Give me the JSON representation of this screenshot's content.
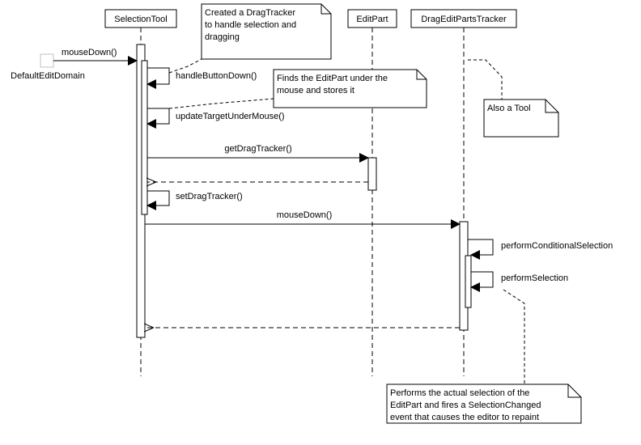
{
  "diagram": {
    "participants": {
      "default_edit_domain": "DefaultEditDomain",
      "selection_tool": "SelectionTool",
      "edit_part": "EditPart",
      "drag_tracker": "DragEditPartsTracker"
    },
    "messages": {
      "m1": "mouseDown()",
      "m2": "handleButtonDown()",
      "m3": "updateTargetUnderMouse()",
      "m4": "getDragTracker()",
      "m5": "setDragTracker()",
      "m6": "mouseDown()",
      "m7": "performConditionalSelection",
      "m8": "performSelection"
    },
    "notes": {
      "note1": [
        "Created a DragTracker",
        "to handle selection and",
        "dragging"
      ],
      "note2": [
        "Finds the EditPart under the",
        "mouse and stores it"
      ],
      "note3": [
        "Also a Tool"
      ],
      "note4": [
        "Performs the actual selection of the",
        "EditPart and fires a SelectionChanged",
        "event that causes the editor to repaint"
      ]
    },
    "colors": {
      "line": "#000000",
      "background": "#ffffff",
      "domain_box": "#c0c0c0"
    }
  }
}
